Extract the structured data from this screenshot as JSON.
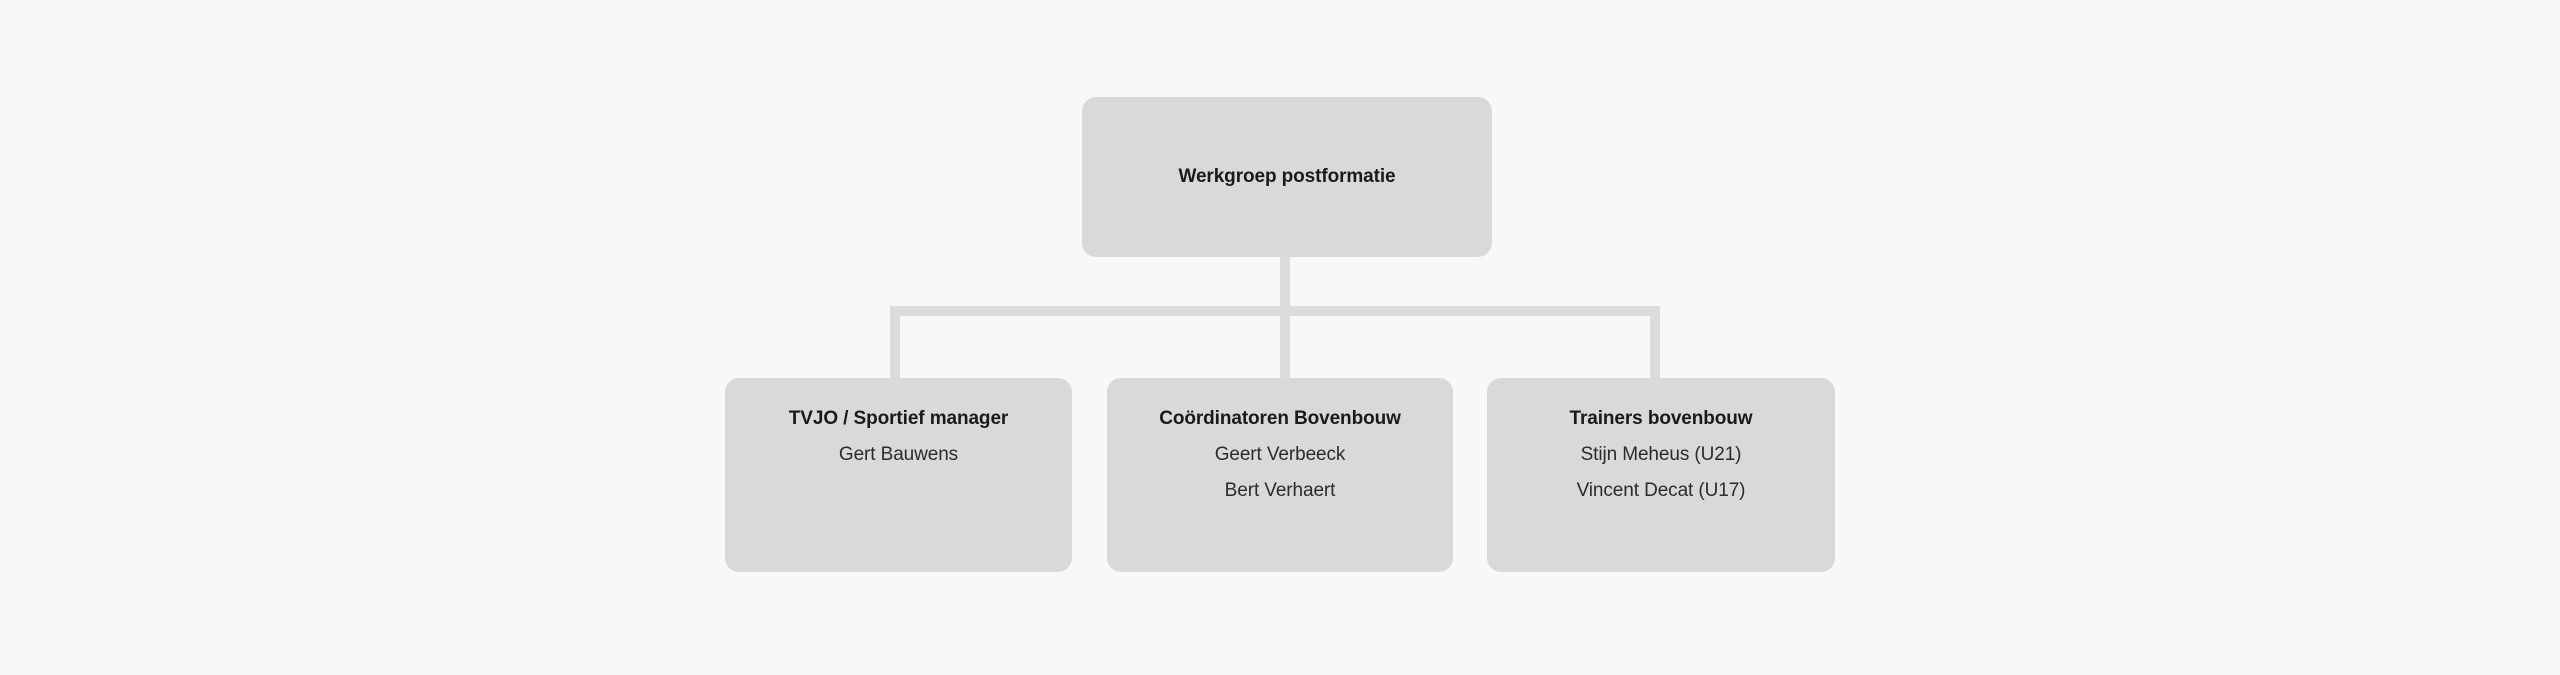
{
  "chart_data": {
    "type": "diagram",
    "diagram_type": "organizational-chart",
    "title": "Werkgroep postformatie",
    "orientation": "top-down",
    "colors": {
      "background": "#f7f8fa",
      "node_fill": "#d9d9d9",
      "connector": "#dcdcdc",
      "title_text": "#1a1a1a",
      "person_text": "#2b2b2b"
    },
    "nodes": [
      {
        "id": "root",
        "title": "Werkgroep postformatie",
        "people": []
      },
      {
        "id": "child-1",
        "title": "TVJO / Sportief manager",
        "people": [
          "Gert Bauwens"
        ]
      },
      {
        "id": "child-2",
        "title": "Coördinatoren Bovenbouw",
        "people": [
          "Geert Verbeeck",
          "Bert Verhaert"
        ]
      },
      {
        "id": "child-3",
        "title": "Trainers bovenbouw",
        "people": [
          "Stijn Meheus (U21)",
          "Vincent Decat (U17)"
        ]
      }
    ],
    "edges": [
      {
        "from": "root",
        "to": "child-1"
      },
      {
        "from": "root",
        "to": "child-2"
      },
      {
        "from": "root",
        "to": "child-3"
      }
    ]
  },
  "root": {
    "title": "Werkgroep postformatie"
  },
  "children": [
    {
      "title": "TVJO / Sportief manager",
      "person_1": "Gert Bauwens"
    },
    {
      "title": "Coördinatoren Bovenbouw",
      "person_1": "Geert Verbeeck",
      "person_2": "Bert Verhaert"
    },
    {
      "title": "Trainers bovenbouw",
      "person_1": "Stijn Meheus (U21)",
      "person_2": "Vincent Decat (U17)"
    }
  ]
}
